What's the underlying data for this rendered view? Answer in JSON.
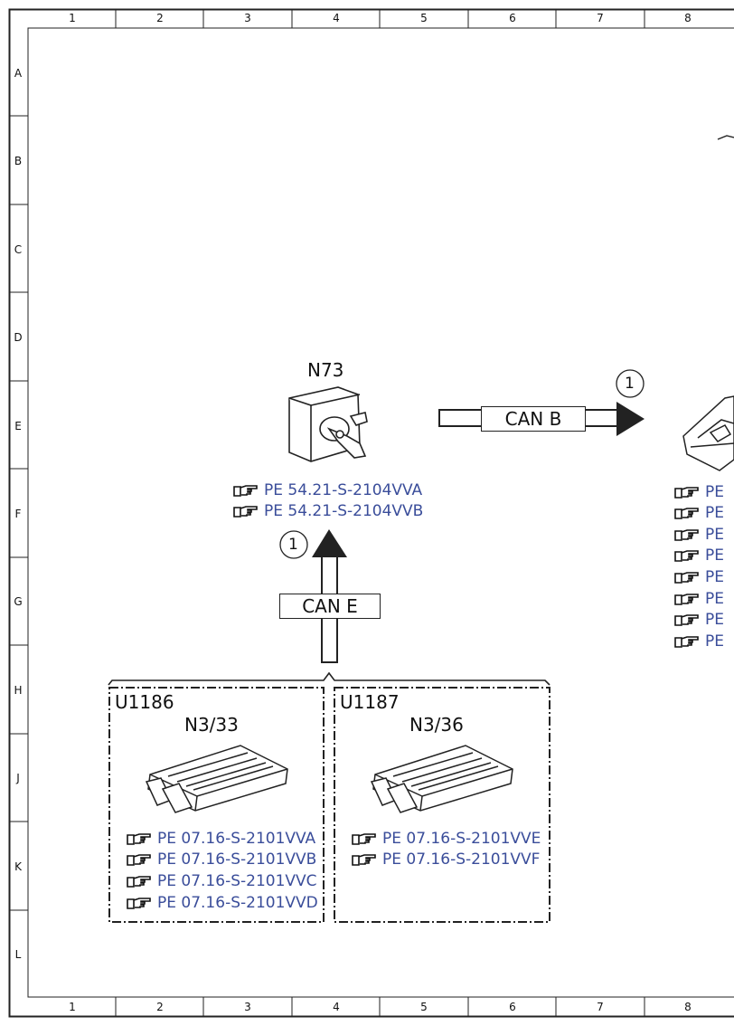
{
  "grid": {
    "columns": [
      "1",
      "2",
      "3",
      "4",
      "5",
      "6",
      "7",
      "8"
    ],
    "rows": [
      "A",
      "B",
      "C",
      "D",
      "E",
      "F",
      "G",
      "H",
      "J",
      "K",
      "L"
    ]
  },
  "components": {
    "n73": {
      "label": "N73",
      "refs": [
        "PE 54.21-S-2104VVA",
        "PE 54.21-S-2104VVB"
      ]
    },
    "u1186": {
      "group": "U1186",
      "label": "N3/33",
      "refs": [
        "PE 07.16-S-2101VVA",
        "PE 07.16-S-2101VVB",
        "PE 07.16-S-2101VVC",
        "PE 07.16-S-2101VVD"
      ]
    },
    "u1187": {
      "group": "U1187",
      "label": "N3/36",
      "refs": [
        "PE 07.16-S-2101VVE",
        "PE 07.16-S-2101VVF"
      ]
    },
    "right": {
      "refs": [
        "PE",
        "PE",
        "PE",
        "PE",
        "PE",
        "PE",
        "PE",
        "PE"
      ]
    }
  },
  "buses": {
    "can_b": {
      "label": "CAN B",
      "marker": "1"
    },
    "can_e": {
      "label": "CAN E",
      "marker": "1"
    }
  },
  "colors": {
    "ref_link": "#3a4d9a",
    "line": "#222222"
  }
}
